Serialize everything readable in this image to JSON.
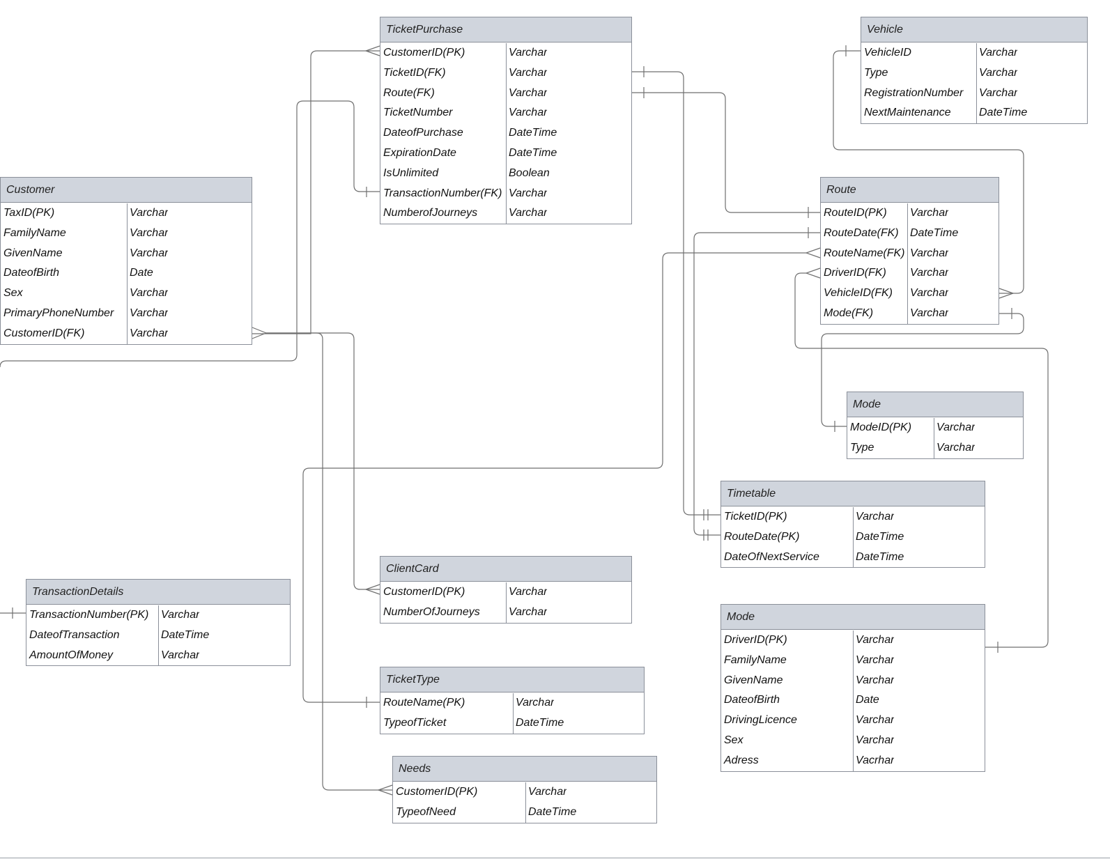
{
  "entities": {
    "ticketpurchase": {
      "title": "TicketPurchase",
      "rows": [
        [
          "CustomerID(PK)",
          "Varchar"
        ],
        [
          "TicketID(FK)",
          "Varchar"
        ],
        [
          "Route(FK)",
          "Varchar"
        ],
        [
          "TicketNumber",
          "Varchar"
        ],
        [
          "DateofPurchase",
          "DateTime"
        ],
        [
          "ExpirationDate",
          "DateTime"
        ],
        [
          "IsUnlimited",
          "Boolean"
        ],
        [
          "TransactionNumber(FK)",
          "Varchar"
        ],
        [
          "NumberofJourneys",
          "Varchar"
        ]
      ]
    },
    "vehicle": {
      "title": "Vehicle",
      "rows": [
        [
          "VehicleID",
          "Varchar"
        ],
        [
          "Type",
          "Varchar"
        ],
        [
          "RegistrationNumber",
          "Varchar"
        ],
        [
          "NextMaintenance",
          "DateTime"
        ]
      ]
    },
    "customer": {
      "title": "Customer",
      "rows": [
        [
          "TaxID(PK)",
          "Varchar"
        ],
        [
          "FamilyName",
          "Varchar"
        ],
        [
          "GivenName",
          "Varchar"
        ],
        [
          "DateofBirth",
          "Date"
        ],
        [
          "Sex",
          "Varchar"
        ],
        [
          "PrimaryPhoneNumber",
          "Varchar"
        ],
        [
          "CustomerID(FK)",
          "Varchar"
        ]
      ]
    },
    "route": {
      "title": "Route",
      "rows": [
        [
          "RouteID(PK)",
          "Varchar"
        ],
        [
          "RouteDate(FK)",
          "DateTime"
        ],
        [
          "RouteName(FK)",
          "Varchar"
        ],
        [
          "DriverID(FK)",
          "Varchar"
        ],
        [
          "VehicleID(FK)",
          "Varchar"
        ],
        [
          "Mode(FK)",
          "Varchar"
        ]
      ]
    },
    "mode_small": {
      "title": "Mode",
      "rows": [
        [
          "ModeID(PK)",
          "Varchar"
        ],
        [
          "Type",
          "Varchar"
        ]
      ]
    },
    "timetable": {
      "title": "Timetable",
      "rows": [
        [
          "TicketID(PK)",
          "Varchar"
        ],
        [
          "RouteDate(PK)",
          "DateTime"
        ],
        [
          "DateOfNextService",
          "DateTime"
        ]
      ]
    },
    "clientcard": {
      "title": "ClientCard",
      "rows": [
        [
          "CustomerID(PK)",
          "Varchar"
        ],
        [
          "NumberOfJourneys",
          "Varchar"
        ]
      ]
    },
    "transactiondetails": {
      "title": "TransactionDetails",
      "rows": [
        [
          "TransactionNumber(PK)",
          "Varchar"
        ],
        [
          "DateofTransaction",
          "DateTime"
        ],
        [
          "AmountOfMoney",
          "Varchar"
        ]
      ]
    },
    "tickettype": {
      "title": "TicketType",
      "rows": [
        [
          "RouteName(PK)",
          "Varchar"
        ],
        [
          "TypeofTicket",
          "DateTime"
        ]
      ]
    },
    "mode_driver": {
      "title": "Mode",
      "rows": [
        [
          "DriverID(PK)",
          "Varchar"
        ],
        [
          "FamilyName",
          "Varchar"
        ],
        [
          "GivenName",
          "Varchar"
        ],
        [
          "DateofBirth",
          "Date"
        ],
        [
          "DrivingLicence",
          "Varchar"
        ],
        [
          "Sex",
          "Varchar"
        ],
        [
          "Adress",
          "Vacrhar"
        ]
      ]
    },
    "needs": {
      "title": "Needs",
      "rows": [
        [
          "CustomerID(PK)",
          "Varchar"
        ],
        [
          "TypeofNeed",
          "DateTime"
        ]
      ]
    }
  }
}
